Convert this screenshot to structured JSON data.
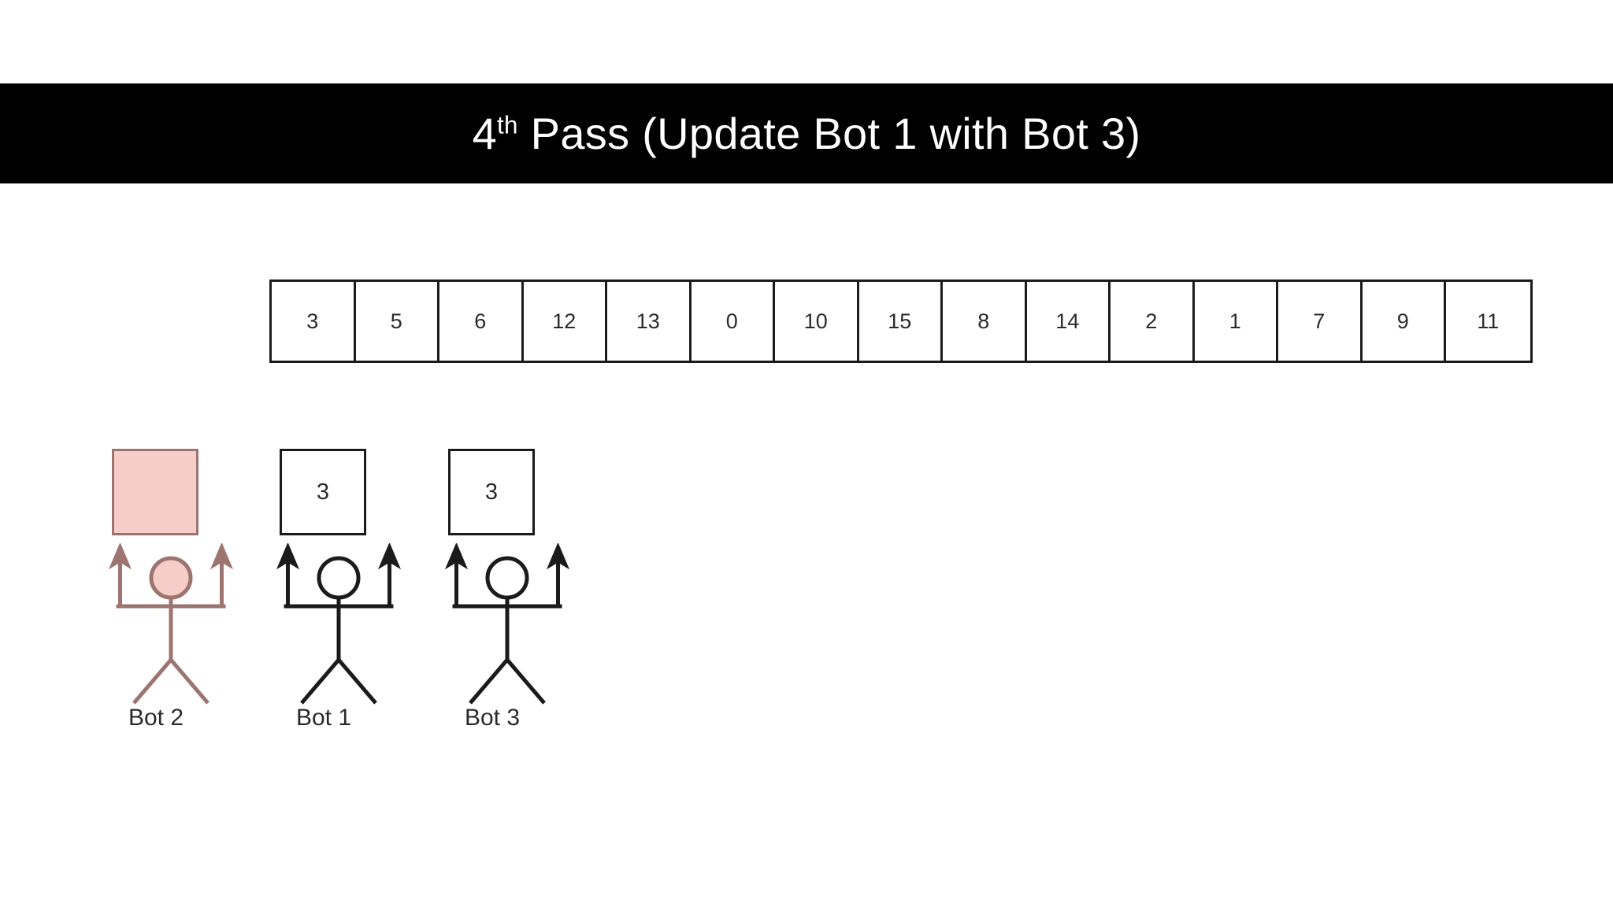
{
  "slide": {
    "background_color": "#ffffff",
    "banner": {
      "background_color": "#000000",
      "text_color": "#ffffff",
      "title_prefix": "4",
      "title_superscript": "th",
      "title_rest": " Pass (Update Bot 1 with Bot 3)",
      "title_full": "4th Pass (Update Bot 1 with Bot 3)"
    }
  },
  "array": {
    "name": "data-array",
    "cell_count": 15,
    "values": [
      "3",
      "5",
      "6",
      "12",
      "13",
      "0",
      "10",
      "15",
      "8",
      "14",
      "2",
      "1",
      "7",
      "9",
      "11"
    ],
    "border_color": "#1b1b1b",
    "fill_color": "#ffffff"
  },
  "bots": [
    {
      "id": "bot-2",
      "label": "Bot 2",
      "box_value": "",
      "state": "faded",
      "stroke_color": "#9c7570",
      "fill_color": "#f7cdc9",
      "head_filled": true
    },
    {
      "id": "bot-1",
      "label": "Bot 1",
      "box_value": "3",
      "state": "active",
      "stroke_color": "#1b1b1b",
      "fill_color": "#ffffff",
      "head_filled": false
    },
    {
      "id": "bot-3",
      "label": "Bot 3",
      "box_value": "3",
      "state": "active",
      "stroke_color": "#1b1b1b",
      "fill_color": "#ffffff",
      "head_filled": false
    }
  ]
}
